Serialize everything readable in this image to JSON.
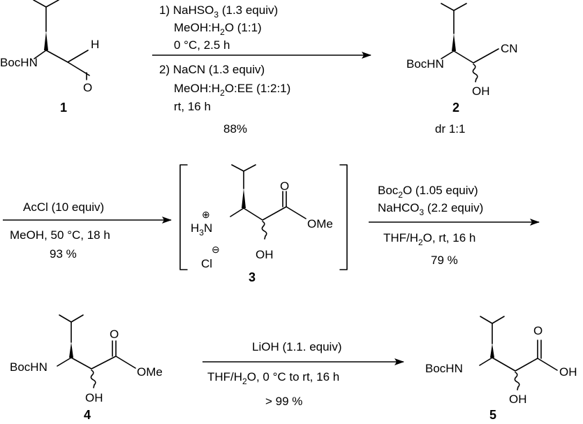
{
  "atoms": {
    "bochn": "BocHN",
    "h": "H",
    "o": "O",
    "cn": "CN",
    "oh": "OH",
    "ome": "OMe",
    "h3": "H",
    "h3sub": "3",
    "n": "N",
    "cl": "Cl",
    "plus": "⊕",
    "minus": "⊖"
  },
  "compounds": {
    "c1": "1",
    "c2": "2",
    "c3": "3",
    "c4": "4",
    "c5": "5"
  },
  "step1": {
    "line1_prefix": "1)  NaHSO",
    "line1_sub": "3",
    "line1_suffix": " (1.3 equiv)",
    "line2_prefix": "MeOH:H",
    "line2_sub": "2",
    "line2_suffix": "O (1:1)",
    "line3": "0 °C, 2.5 h",
    "line4": "2)  NaCN (1.3 equiv)",
    "line5_prefix": "MeOH:H",
    "line5_sub": "2",
    "line5_suffix": "O:EE (1:2:1)",
    "line6": "rt, 16 h",
    "yield": "88%"
  },
  "dr": "dr 1:1",
  "step2": {
    "above": "AcCl (10 equiv)",
    "below": "MeOH, 50 °C, 18 h",
    "yield": "93 %"
  },
  "step3": {
    "line1_prefix": "Boc",
    "line1_sub": "2",
    "line1_suffix": "O (1.05 equiv)",
    "line2_prefix": "NaHCO",
    "line2_sub": "3",
    "line2_suffix": " (2.2 equiv)",
    "below_prefix": "THF/H",
    "below_sub": "2",
    "below_suffix": "O, rt, 16 h",
    "yield": "79 %"
  },
  "step4": {
    "above": "LiOH (1.1. equiv)",
    "below_prefix": "THF/H",
    "below_sub": "2",
    "below_suffix": "O, 0 °C to rt, 16 h",
    "yield": "> 99 %"
  }
}
